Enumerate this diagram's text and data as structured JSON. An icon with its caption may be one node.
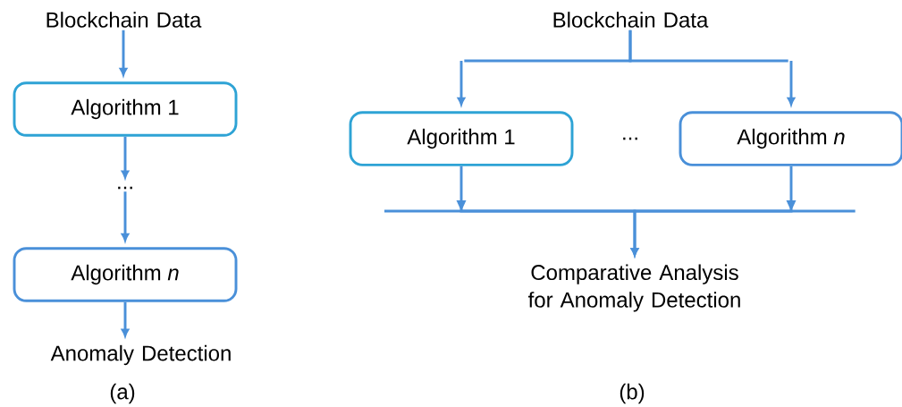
{
  "diagram": {
    "nodes": [
      {
        "text": [
          "Blockchain Data"
        ]
      },
      {
        "text": [
          "Algorithm 1"
        ]
      },
      {
        "text": [
          "..."
        ]
      },
      {
        "text": [
          "Algorithm *n*"
        ]
      },
      {
        "text": [
          "Anomaly Detection"
        ]
      },
      {
        "text": [
          "Blockchain Data"
        ]
      },
      {
        "text": [
          "Algorithm 1"
        ]
      },
      {
        "text": [
          "Algorithm *n*"
        ]
      },
      {
        "text": [
          "Comparative Analysis for Anomaly Detection"
        ]
      }
    ],
    "edges": [
      {
        "from": 0,
        "to": 1,
        "arrow": "to"
      },
      {
        "from": 1,
        "to": 2,
        "arrow": "to"
      },
      {
        "from": 2,
        "to": 3,
        "arrow": "to"
      },
      {
        "from": 3,
        "to": 4,
        "arrow": "to"
      },
      {
        "from": 5,
        "to": 6,
        "arrow": "to"
      },
      {
        "from": 5,
        "to": 7,
        "arrow": "to"
      },
      {
        "from": 6,
        "to": 8,
        "arrow": "to"
      },
      {
        "from": 7,
        "to": 8,
        "arrow": "to"
      }
    ],
    "labels": [
      "...",
      "(a)",
      "(b)"
    ]
  }
}
